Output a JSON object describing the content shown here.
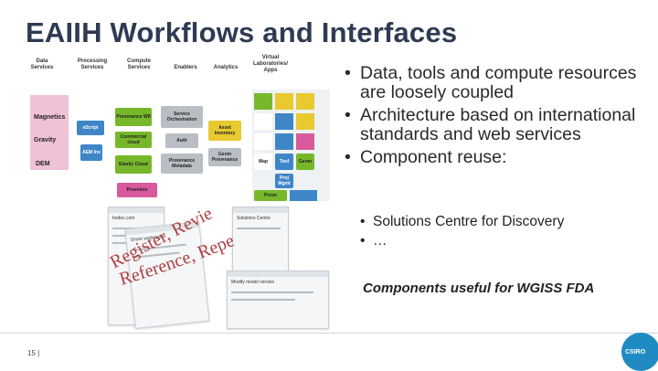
{
  "title": "EAIIH Workflows and Interfaces",
  "bullets": [
    "Data, tools and compute resources are loosely coupled",
    "Architecture based on international standards and web services",
    "Component reuse:"
  ],
  "sub_bullets": [
    "Solutions Centre for Discovery",
    "…"
  ],
  "note": "Components useful for WGISS FDA",
  "page_number": "15 |",
  "logo_text": "CSIRO",
  "diagram": {
    "headers": [
      "Data Services",
      "Processing Services",
      "Compute Services",
      "Enablers",
      "Analytics",
      "Virtual Laboratories/ Apps"
    ],
    "side_labels": [
      "Magnetics",
      "Gravity",
      "DEM"
    ],
    "pieces": [
      "eScript",
      "AEM Inv",
      "Provenance Wfl",
      "Service Orchestration",
      "Commercial cloud",
      "Auth",
      "Elastic Cloud",
      "Provenance Metadata",
      "Provision",
      "Asset Inventory",
      "Geom Provenance",
      "Map",
      "Tool",
      "Geom",
      "Proj Mgmt",
      "Prove"
    ],
    "colors": {
      "green": "#76b82a",
      "pink": "#d85a9c",
      "yellow": "#e8c930",
      "blue": "#3f86c8",
      "gray": "#b8bec4",
      "purple": "#8a6cae"
    }
  },
  "overlay_text": "Register, Review, Run, Reference, Repeat",
  "screens": {
    "captions": [
      "bodec.com",
      "Share workspace",
      "Solutions Centre",
      "Modify model version"
    ]
  }
}
